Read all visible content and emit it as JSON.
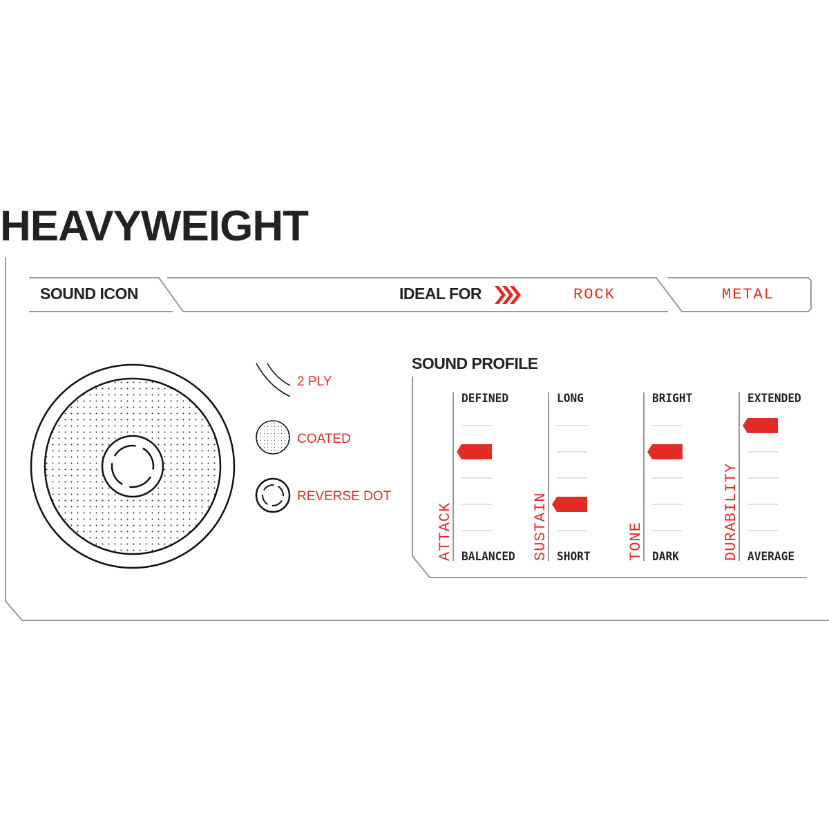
{
  "title": "HEAVYWEIGHT",
  "header": {
    "sound_icon_label": "SOUND ICON",
    "ideal_for_label": "IDEAL FOR",
    "ideal_for": [
      "ROCK",
      "METAL"
    ]
  },
  "features": [
    {
      "icon": "two-ply-icon",
      "label": "2 PLY"
    },
    {
      "icon": "coated-icon",
      "label": "COATED"
    },
    {
      "icon": "reverse-dot-icon",
      "label": "REVERSE DOT"
    }
  ],
  "sound_profile": {
    "title": "SOUND PROFILE",
    "scale_max": 5,
    "bars": [
      {
        "name": "ATTACK",
        "top": "DEFINED",
        "bottom": "BALANCED",
        "level": 4
      },
      {
        "name": "SUSTAIN",
        "top": "LONG",
        "bottom": "SHORT",
        "level": 2
      },
      {
        "name": "TONE",
        "top": "BRIGHT",
        "bottom": "DARK",
        "level": 4
      },
      {
        "name": "DURABILITY",
        "top": "EXTENDED",
        "bottom": "AVERAGE",
        "level": 5
      }
    ]
  },
  "colors": {
    "accent": "#e42b26",
    "text": "#222222",
    "line": "#999999"
  }
}
